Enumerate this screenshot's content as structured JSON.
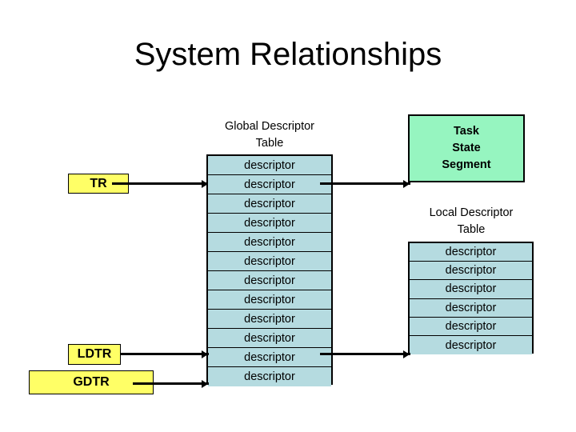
{
  "slide": {
    "title": "System Relationships",
    "background": "#ffffff"
  },
  "colors": {
    "descriptor_cell": "#b5dbe0",
    "task_state_segment": "#96f5c0",
    "register_box": "#ffff66",
    "outline": "#000000",
    "text": "#000000"
  },
  "registers": [
    {
      "id": "tr",
      "label": "TR"
    },
    {
      "id": "ldtr",
      "label": "LDTR"
    },
    {
      "id": "gdtr",
      "label": "GDTR"
    }
  ],
  "global_descriptor_table": {
    "caption_line1": "Global Descriptor",
    "caption_line2": "Table",
    "row_label": "descriptor",
    "row_count": 12,
    "rows": [
      "descriptor",
      "descriptor",
      "descriptor",
      "descriptor",
      "descriptor",
      "descriptor",
      "descriptor",
      "descriptor",
      "descriptor",
      "descriptor",
      "descriptor",
      "descriptor"
    ]
  },
  "local_descriptor_table": {
    "caption_line1": "Local Descriptor",
    "caption_line2": "Table",
    "row_label": "descriptor",
    "row_count": 6,
    "rows": [
      "descriptor",
      "descriptor",
      "descriptor",
      "descriptor",
      "descriptor",
      "descriptor"
    ]
  },
  "task_state_segment": {
    "line1": "Task",
    "line2": "State",
    "line3": "Segment"
  },
  "connectors": [
    {
      "id": "tr-to-gdt",
      "from": "TR",
      "to": "Global Descriptor Table row 2"
    },
    {
      "id": "ldtr-to-gdt",
      "from": "LDTR",
      "to": "Global Descriptor Table row 11"
    },
    {
      "id": "gdtr-to-gdt",
      "from": "GDTR",
      "to": "Global Descriptor Table base"
    },
    {
      "id": "gdt-to-tss",
      "from": "GDT row 2",
      "to": "Task State Segment"
    },
    {
      "id": "gdt-to-ldt",
      "from": "GDT row 11",
      "to": "Local Descriptor Table"
    }
  ]
}
